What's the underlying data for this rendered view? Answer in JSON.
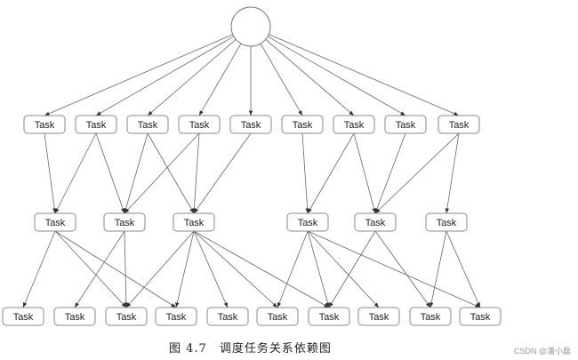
{
  "diagram": {
    "root": {
      "label": ""
    },
    "levels": [
      {
        "labels": [
          "Task",
          "Task",
          "Task",
          "Task",
          "Task",
          "Task",
          "Task",
          "Task",
          "Task"
        ]
      },
      {
        "labels": [
          "Task",
          "Task",
          "Task",
          "Task",
          "Task",
          "Task"
        ]
      },
      {
        "labels": [
          "Task",
          "Task",
          "Task",
          "Task",
          "Task",
          "Task",
          "Task",
          "Task",
          "Task",
          "Task"
        ]
      }
    ],
    "edges": {
      "root_to_level1": [
        0,
        1,
        2,
        3,
        4,
        5,
        6,
        7,
        8
      ],
      "level1_to_level2": [
        [
          0,
          0
        ],
        [
          1,
          0
        ],
        [
          1,
          1
        ],
        [
          2,
          1
        ],
        [
          2,
          2
        ],
        [
          3,
          1
        ],
        [
          3,
          2
        ],
        [
          4,
          2
        ],
        [
          5,
          3
        ],
        [
          6,
          3
        ],
        [
          6,
          4
        ],
        [
          7,
          4
        ],
        [
          8,
          4
        ],
        [
          8,
          5
        ]
      ],
      "level2_to_level3": [
        [
          0,
          0
        ],
        [
          0,
          2
        ],
        [
          0,
          3
        ],
        [
          1,
          1
        ],
        [
          1,
          2
        ],
        [
          2,
          2
        ],
        [
          2,
          3
        ],
        [
          2,
          4
        ],
        [
          2,
          5
        ],
        [
          2,
          6
        ],
        [
          3,
          5
        ],
        [
          3,
          6
        ],
        [
          3,
          7
        ],
        [
          3,
          9
        ],
        [
          4,
          6
        ],
        [
          4,
          8
        ],
        [
          5,
          8
        ],
        [
          5,
          9
        ]
      ]
    }
  },
  "caption": {
    "figure_number": "图 4.7",
    "title": "调度任务关系依赖图"
  },
  "watermark": "CSDN @潘小磊"
}
